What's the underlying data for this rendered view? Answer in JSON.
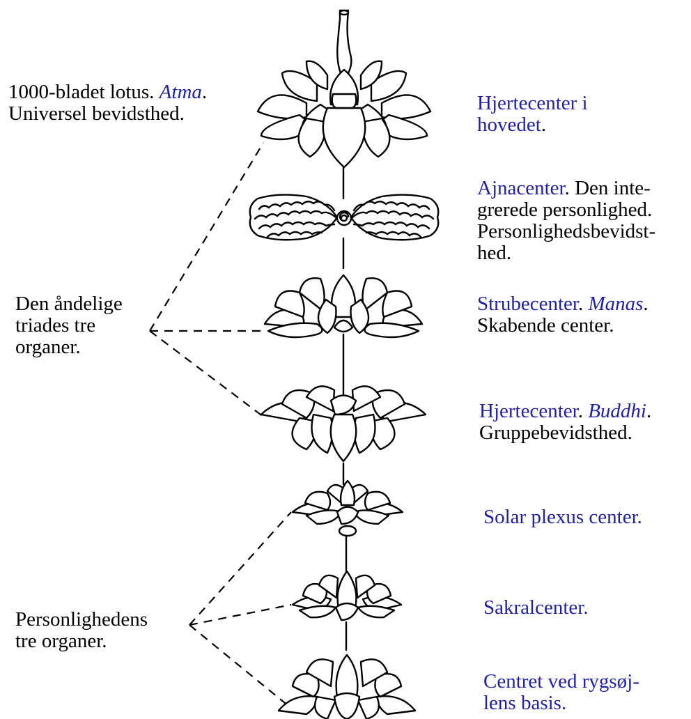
{
  "left_labels": {
    "atma": {
      "prefix": "1000-bladet lotus. ",
      "italic": "Atma",
      "suffix": ".",
      "line2": "Universel bevidsthed."
    },
    "triad": {
      "lines": [
        "Den åndelige",
        "triades tre",
        "organer."
      ]
    },
    "personality": {
      "lines": [
        "Personlighedens",
        "tre organer."
      ]
    }
  },
  "right_labels": {
    "head": {
      "line1": "Hjertecenter i",
      "line2_blue": "hovedet",
      "line2_end": "."
    },
    "ajna": {
      "name": "Ajnacenter",
      "rest1": ". Den inte-",
      "line2": "grerede personlighed.",
      "line3": "Personlighedsbevidst-",
      "line4": "hed."
    },
    "throat": {
      "name": "Strubecenter",
      "sep": ". ",
      "italic": "Manas",
      "end": ".",
      "line2": "Skabende center."
    },
    "heart": {
      "name": "Hjertecenter",
      "sep": ". ",
      "italic": "Buddhi",
      "end": ".",
      "line2": "Gruppebevidsthed."
    },
    "solar": {
      "name": "Solar plexus center."
    },
    "sacral": {
      "name": "Sakralcenter."
    },
    "base": {
      "line1": "Centret ved rygsøj-",
      "line2": "lens basis."
    }
  },
  "colors": {
    "ink": "#000000",
    "label_blue": "#1f1fa8",
    "background": "#ffffff"
  }
}
